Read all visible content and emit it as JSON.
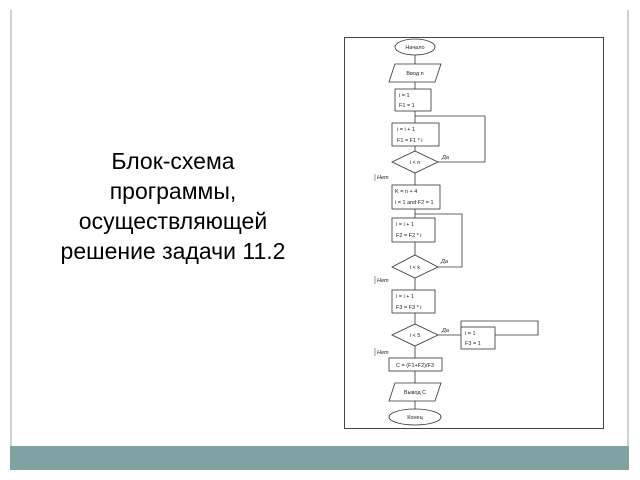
{
  "title_lines": [
    "Блок-схема",
    "программы,",
    "осуществляющей",
    "решение задачи 11.2"
  ],
  "flowchart": {
    "start": "Начало",
    "input": "Ввод n",
    "init1": [
      "i = 1",
      "F1 = 1"
    ],
    "loop1_body": [
      "i = i + 1",
      "F1 = F1 * i"
    ],
    "cond1": "i < n",
    "cond1_yes": "Да",
    "cond1_no": "Нет",
    "init2": [
      "K = n + 4",
      "i = 1 and F2 = 1"
    ],
    "loop2_body": [
      "i = i + 1",
      "F2 = F2 * i"
    ],
    "cond2": "i < k",
    "cond2_yes": "Да",
    "cond2_no": "Нет",
    "loop3_body": [
      "i = i + 1",
      "F3 = F3 * i"
    ],
    "cond3": "i < 5",
    "cond3_yes": "Да",
    "cond3_no": "Нет",
    "reset3": [
      "i = 1",
      "F3 = 1"
    ],
    "calc": "C = (F1+F2)/F3",
    "output": "Вывод C",
    "end": "Конец"
  }
}
